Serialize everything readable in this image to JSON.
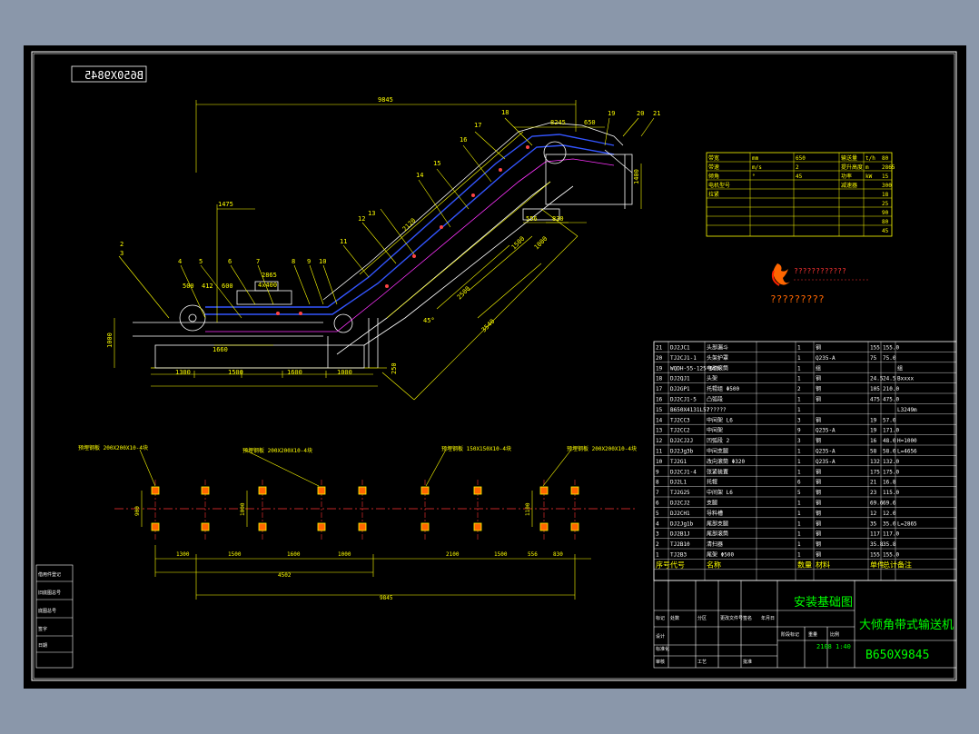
{
  "drawing": {
    "code_mirrored": "B650X9845",
    "code": "B650X9845",
    "title": "大倾角带式输送机",
    "subtitle": "安装基础图",
    "scale": "1:40",
    "ratio": "2108",
    "logo_text": "????????????",
    "logo_text2": "?????????"
  },
  "dims_top": [
    "9845",
    "1475",
    "8245",
    "650",
    "2865",
    "4x400",
    "500",
    "412",
    "600",
    "1660",
    "1300",
    "1500",
    "1600",
    "1000",
    "1400",
    "556",
    "830",
    "1500",
    "3540",
    "2500",
    "1000",
    "2120",
    "45°",
    "1000",
    "250"
  ],
  "part_callouts": [
    "2",
    "3",
    "4",
    "5",
    "6",
    "7",
    "8",
    "9",
    "10",
    "11",
    "12",
    "13",
    "14",
    "15",
    "16",
    "17",
    "18",
    "19",
    "20",
    "21"
  ],
  "spec_rows": [
    [
      "带宽",
      "mm",
      "650",
      "输送量",
      "t/h",
      "80"
    ],
    [
      "带速",
      "m/s",
      "2",
      "提升高度",
      "m",
      "2865"
    ],
    [
      "倾角",
      "°",
      "45",
      "功率",
      "kW",
      "15"
    ],
    [
      "电机型号",
      "",
      "",
      "减速器",
      "",
      "300"
    ],
    [
      "拉紧",
      "",
      "",
      "",
      "",
      "18"
    ],
    [
      "",
      "",
      "",
      "",
      "",
      "25"
    ],
    [
      "",
      "",
      "",
      "",
      "",
      "90"
    ],
    [
      "",
      "",
      "",
      "",
      "",
      "80"
    ],
    [
      "",
      "",
      "",
      "",
      "",
      "45"
    ]
  ],
  "foundation_labels": [
    "预埋钢板 200X200X10-4块",
    "预埋钢板 200X200X10-4块",
    "预埋钢板 150X150X10-4块",
    "预埋钢板 200X200X10-4块"
  ],
  "foundation_dims": [
    "1300",
    "1500",
    "1600",
    "1000",
    "2100",
    "1500",
    "556",
    "830",
    "4502",
    "9845",
    "900",
    "1000",
    "1100"
  ],
  "bom_rows": [
    [
      "21",
      "DJ2JC1",
      "头部漏斗",
      "1",
      "钢",
      "155",
      "155.0",
      ""
    ],
    [
      "20",
      "TJ2CJ1-1",
      "头架护罩",
      "1",
      "Q235-A",
      "75",
      "75.0",
      ""
    ],
    [
      "19",
      "WQDH-55-125-650",
      "电动滚筒",
      "1",
      "组",
      "",
      "",
      "组"
    ],
    [
      "18",
      "DJ2QJ1",
      "头架",
      "1",
      "钢",
      "24.5",
      "24.5",
      "Bxxxx"
    ],
    [
      "17",
      "DJ2GP1",
      "托辊组 Φ500",
      "2",
      "钢",
      "105",
      "210.0",
      ""
    ],
    [
      "16",
      "DJ2CJ1-5",
      "凸弧段",
      "1",
      "钢",
      "475",
      "475.0",
      ""
    ],
    [
      "15",
      "B650X4131L57",
      "??????",
      "1",
      "",
      "",
      "",
      "L3249m"
    ],
    [
      "14",
      "TJ2CC3",
      "中间架 L6",
      "3",
      "钢",
      "19",
      "57.0",
      ""
    ],
    [
      "13",
      "TJ2CC2",
      "中间架",
      "9",
      "Q235-A",
      "19",
      "171.0",
      ""
    ],
    [
      "12",
      "DJ2CJ2J",
      "凹弧段 2",
      "3",
      "钢",
      "16",
      "48.0",
      "H=1000"
    ],
    [
      "11",
      "DJ2Jg3b",
      "中间支腿",
      "1",
      "Q235-A",
      "58",
      "58.0",
      "L=4656"
    ],
    [
      "10",
      "TJ2G1",
      "改向滚筒 Φ320",
      "1",
      "Q235-A",
      "132",
      "132.0",
      ""
    ],
    [
      "9",
      "DJ2CJ1-4",
      "张紧装置",
      "1",
      "钢",
      "175",
      "175.0",
      ""
    ],
    [
      "8",
      "DJ2L1",
      "托辊",
      "6",
      "钢",
      "21",
      "16.8",
      ""
    ],
    [
      "7",
      "TJ2G25",
      "中间架 L6",
      "5",
      "钢",
      "23",
      "115.0",
      ""
    ],
    [
      "6",
      "DJ2CJ2",
      "支腿",
      "1",
      "钢",
      "69.6",
      "69.6",
      ""
    ],
    [
      "5",
      "DJ2CH1",
      "导料槽",
      "1",
      "钢",
      "12",
      "12.0",
      ""
    ],
    [
      "4",
      "DJ2Jg1b",
      "尾部支腿",
      "1",
      "钢",
      "35",
      "35.0",
      "L=2865"
    ],
    [
      "3",
      "DJ2B1J",
      "尾部滚筒",
      "1",
      "钢",
      "117",
      "117.0",
      ""
    ],
    [
      "2",
      "TJ2B10",
      "清扫器",
      "1",
      "钢",
      "35.8",
      "35.8",
      ""
    ],
    [
      "1",
      "TJ2B3",
      "尾架 Φ500",
      "1",
      "钢",
      "155",
      "155.0",
      ""
    ]
  ],
  "bom_header": [
    "序号",
    "代号",
    "名称",
    "数量",
    "材料",
    "单件",
    "总计",
    "备注"
  ],
  "title_block_rows": [
    "标记",
    "处数",
    "分区",
    "更改文件号",
    "签名",
    "年月日",
    "设计",
    "标准化",
    "审核",
    "工艺",
    "批准",
    "阶段标记",
    "重量",
    "比例"
  ],
  "left_strip": [
    "借用件登记",
    "旧底图总号",
    "底图总号",
    "签字",
    "日期"
  ]
}
